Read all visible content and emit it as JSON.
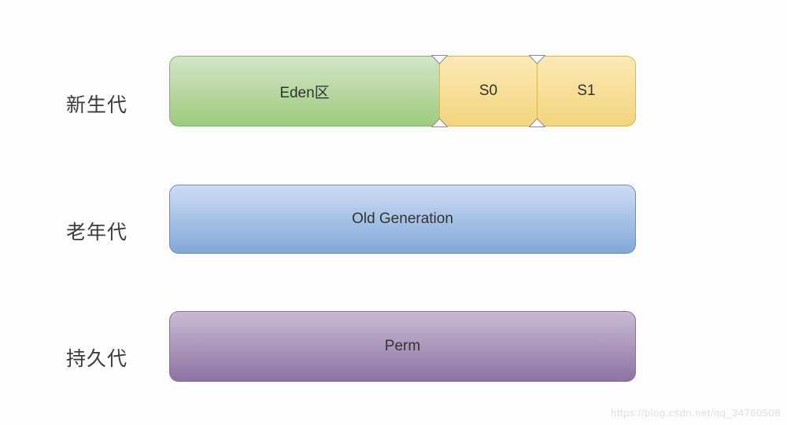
{
  "diagram": {
    "rows": [
      {
        "label": "新生代",
        "boxes": [
          {
            "text": "Eden区"
          },
          {
            "text": "S0"
          },
          {
            "text": "S1"
          }
        ]
      },
      {
        "label": "老年代",
        "boxes": [
          {
            "text": "Old Generation"
          }
        ]
      },
      {
        "label": "持久代",
        "boxes": [
          {
            "text": "Perm"
          }
        ]
      }
    ]
  },
  "watermark": {
    "text": "https://blog.csdn.net/qq_34760508"
  },
  "colors": {
    "green-top": "#d3e6c8",
    "green-bottom": "#9dcb7c",
    "green-stroke": "#82b366",
    "yellow-top": "#fbe9b4",
    "yellow-bottom": "#f2d57e",
    "yellow-stroke": "#d6b656",
    "blue-top": "#ccddf3",
    "blue-bottom": "#84a7d8",
    "blue-stroke": "#6c8ebf",
    "purple-top": "#c9bbd5",
    "purple-bottom": "#8d73a1",
    "purple-stroke": "#8b6fa0",
    "box-text": "#333333",
    "label-text": "#3c3c3c",
    "watermark-text": "#e0e0e0",
    "marker-stroke": "#8c8c8c",
    "marker-fill": "#ffffff"
  }
}
